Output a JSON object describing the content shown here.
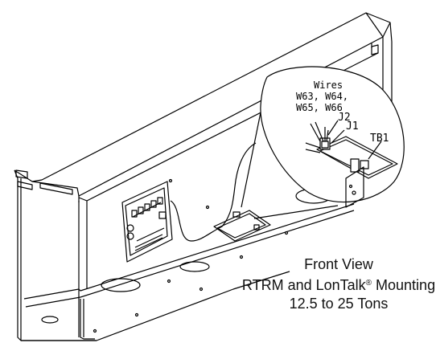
{
  "callout": {
    "wires_title": "Wires",
    "wires_line1": "W63, W64,",
    "wires_line2": "W65, W66",
    "j2": "J2",
    "j1": "J1",
    "tb1": "TB1"
  },
  "caption": {
    "line1": "Front View",
    "line2_prefix": "RTRM and LonTalk",
    "line2_reg": "®",
    "line2_suffix": " Mounting",
    "line3": "12.5 to 25 Tons"
  },
  "colors": {
    "line": "#000000",
    "background": "#ffffff"
  }
}
